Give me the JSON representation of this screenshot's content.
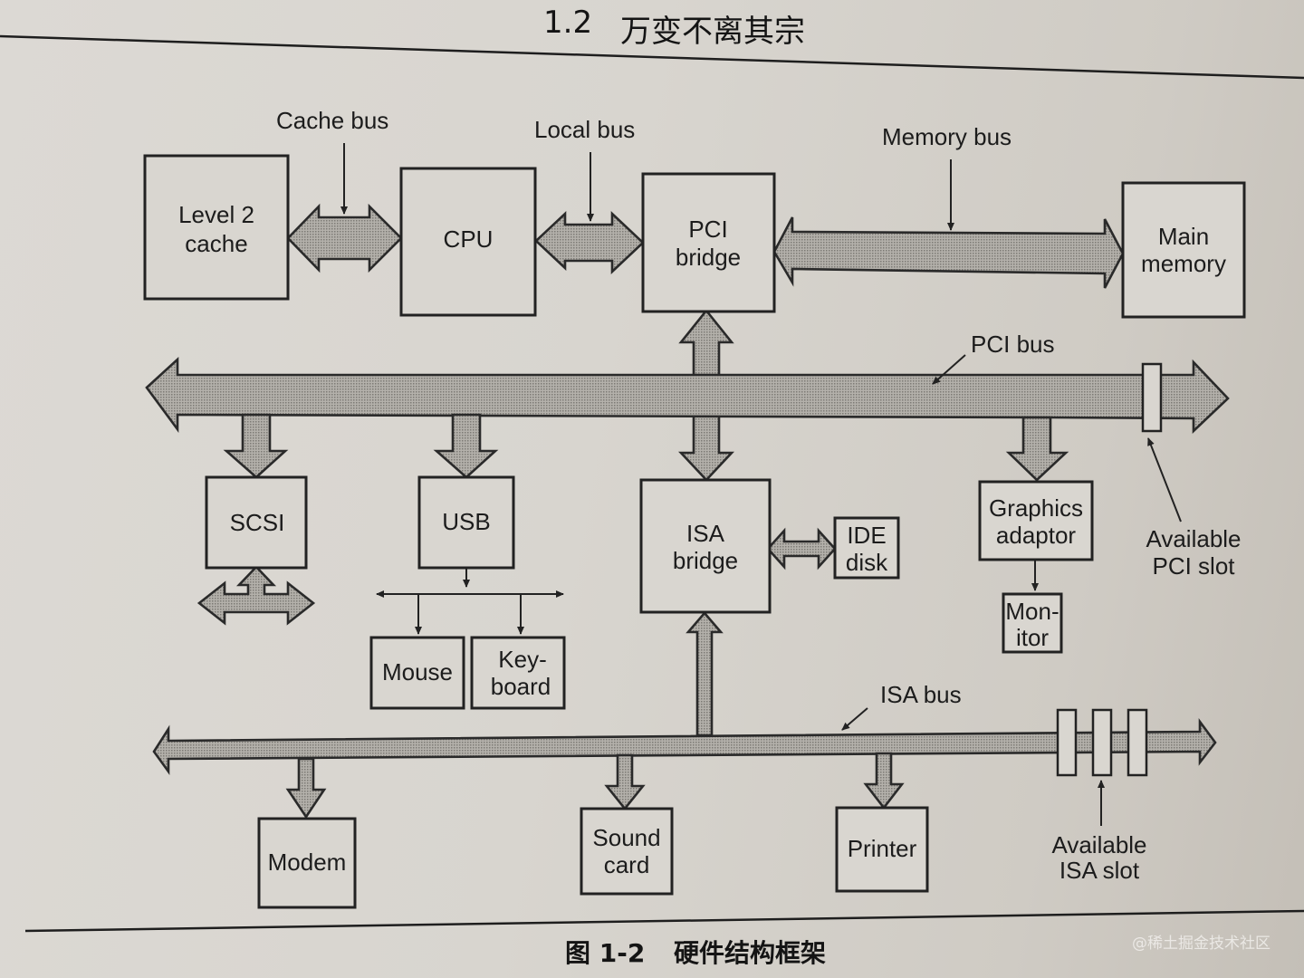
{
  "header": {
    "section_number": "1.2",
    "section_title": "万变不离其宗"
  },
  "diagram": {
    "components": {
      "l2_cache": [
        "Level 2",
        "cache"
      ],
      "cpu": [
        "CPU"
      ],
      "pci_bridge": [
        "PCI",
        "bridge"
      ],
      "main_memory": [
        "Main",
        "memory"
      ],
      "scsi": [
        "SCSI"
      ],
      "usb": [
        "USB"
      ],
      "isa_bridge": [
        "ISA",
        "bridge"
      ],
      "ide_disk": [
        "IDE",
        "disk"
      ],
      "graphics_adaptor": [
        "Graphics",
        "adaptor"
      ],
      "monitor": [
        "Mon-",
        "itor"
      ],
      "mouse": [
        "Mouse"
      ],
      "keyboard": [
        "Key-",
        "board"
      ],
      "modem": [
        "Modem"
      ],
      "sound_card": [
        "Sound",
        "card"
      ],
      "printer": [
        "Printer"
      ]
    },
    "bus_labels": {
      "cache_bus": "Cache bus",
      "local_bus": "Local bus",
      "memory_bus": "Memory bus",
      "pci_bus": "PCI bus",
      "isa_bus": "ISA bus"
    },
    "slot_labels": {
      "pci_slot": [
        "Available",
        "PCI slot"
      ],
      "isa_slot": [
        "Available",
        "ISA slot"
      ]
    },
    "colors": {
      "line": "#222222",
      "paper": "#d8d5cf",
      "bus_fill": "#a9a6a1"
    }
  },
  "caption": {
    "figure_number": "图 1-2",
    "figure_title": "硬件结构框架"
  },
  "watermark": "@稀土掘金技术社区"
}
